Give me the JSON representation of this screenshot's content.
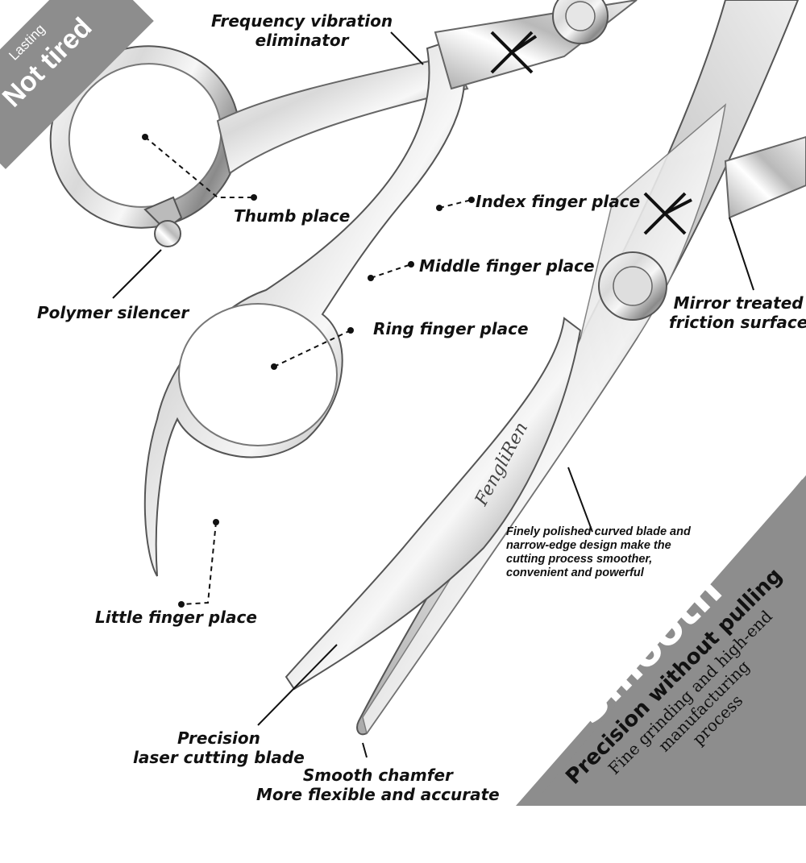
{
  "corner_badge": {
    "small": "Lasting",
    "big": "Not tired"
  },
  "labels": {
    "frequency": [
      "Frequency vibration",
      "eliminator"
    ],
    "thumb": "Thumb place",
    "index": "Index finger place",
    "middle": "Middle finger place",
    "polymer": "Polymer silencer",
    "ring": "Ring finger place",
    "mirror": [
      "Mirror treated",
      "friction surface"
    ],
    "little": "Little finger place",
    "laser": [
      "Precision",
      "laser cutting blade"
    ],
    "chamfer": [
      "Smooth chamfer",
      "More flexible and accurate"
    ]
  },
  "blade_description": [
    "Finely polished curved blade and",
    "narrow-edge design make the",
    "cutting process smoother,",
    "convenient and powerful"
  ],
  "brand": "FengliRen",
  "band": {
    "headline": "Smooth",
    "subline": "Precision without pulling",
    "tagline": [
      "Fine grinding and high-end",
      "manufacturing",
      "process"
    ]
  },
  "colors": {
    "band": "#8d8d8d",
    "steel_light": "#f4f4f4",
    "steel_dark": "#6e6e6e",
    "text": "#111111"
  }
}
